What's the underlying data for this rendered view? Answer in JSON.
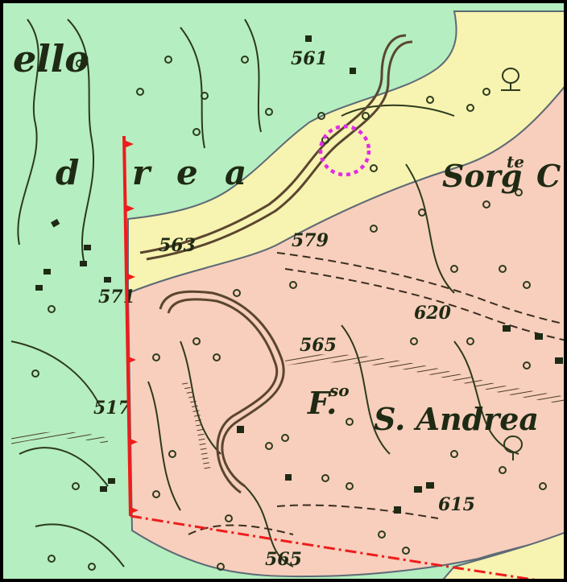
{
  "map": {
    "place_labels": {
      "ello": "ello",
      "d": "d",
      "r": "r",
      "e": "e",
      "a": "a",
      "sorg": "Sorg",
      "sorg_sup": "te",
      "sorg_c": "C",
      "fso": "F.",
      "fso_sup": "so",
      "s_andrea": "S. Andrea"
    },
    "elevations": [
      "561",
      "563",
      "579",
      "620",
      "565",
      "571",
      "517",
      "615",
      "565"
    ],
    "colors": {
      "unit_green": "#b5eec0",
      "unit_yellow": "#f7f3b0",
      "unit_pink": "#f7cfbc",
      "boundary": "#5d6a75",
      "fault_line": "#ee1c1c",
      "target_marker": "#e22be6",
      "topo_ink": "#2c3a1e",
      "road_ink": "#5a4630"
    },
    "icons": {
      "fault": "thrust-fault-line-icon",
      "marker": "dotted-circle-marker-icon",
      "tree": "tree-symbol-icon",
      "building": "building-symbol-icon"
    }
  }
}
